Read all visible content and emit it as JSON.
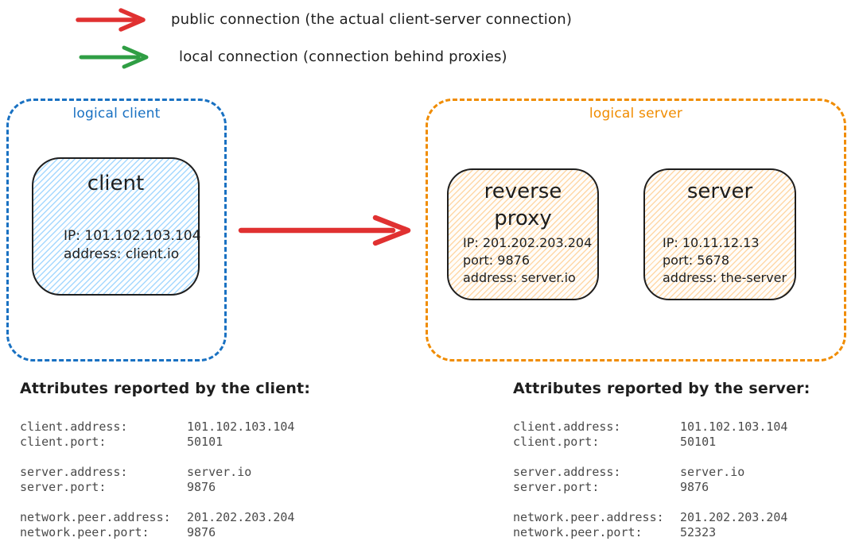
{
  "colors": {
    "ink": "#1e1e1e",
    "mono-ink": "#4a4a4a",
    "red": "#e03131",
    "green": "#2f9e44",
    "blue": "#1971c2",
    "orange": "#f08c00",
    "blue-fill": "#a5d8ff",
    "orange-fill": "#ffd8a8"
  },
  "legend": {
    "public": {
      "label": "public connection (the actual client-server connection)"
    },
    "local": {
      "label": "local connection (connection behind proxies)"
    }
  },
  "diagram": {
    "logical_client": {
      "label": "logical client",
      "client_node": {
        "title": "client",
        "line1": "IP: 101.102.103.104",
        "line2": "address: client.io"
      }
    },
    "logical_server": {
      "label": "logical server",
      "proxy_node": {
        "title_line1": "reverse",
        "title_line2": "proxy",
        "line1": "IP: 201.202.203.204",
        "line2": "port: 9876",
        "line3": "address: server.io"
      },
      "server_node": {
        "title": "server",
        "line1": "IP: 10.11.12.13",
        "line2": "port: 5678",
        "line3": "address: the-server"
      }
    }
  },
  "attributes_client": {
    "heading": "Attributes reported by the client:",
    "groups": [
      {
        "rows": [
          {
            "key": "client.address:",
            "value": "101.102.103.104"
          },
          {
            "key": "client.port:",
            "value": "50101"
          }
        ]
      },
      {
        "rows": [
          {
            "key": "server.address:",
            "value": "server.io"
          },
          {
            "key": "server.port:",
            "value": "9876"
          }
        ]
      },
      {
        "rows": [
          {
            "key": "network.peer.address:",
            "value": "201.202.203.204"
          },
          {
            "key": "network.peer.port:",
            "value": "9876"
          }
        ]
      }
    ]
  },
  "attributes_server": {
    "heading": "Attributes reported by the server:",
    "groups": [
      {
        "rows": [
          {
            "key": "client.address:",
            "value": "101.102.103.104"
          },
          {
            "key": "client.port:",
            "value": "50101"
          }
        ]
      },
      {
        "rows": [
          {
            "key": "server.address:",
            "value": "server.io"
          },
          {
            "key": "server.port:",
            "value": "9876"
          }
        ]
      },
      {
        "rows": [
          {
            "key": "network.peer.address:",
            "value": "201.202.203.204"
          },
          {
            "key": "network.peer.port:",
            "value": "52323"
          }
        ]
      }
    ]
  }
}
